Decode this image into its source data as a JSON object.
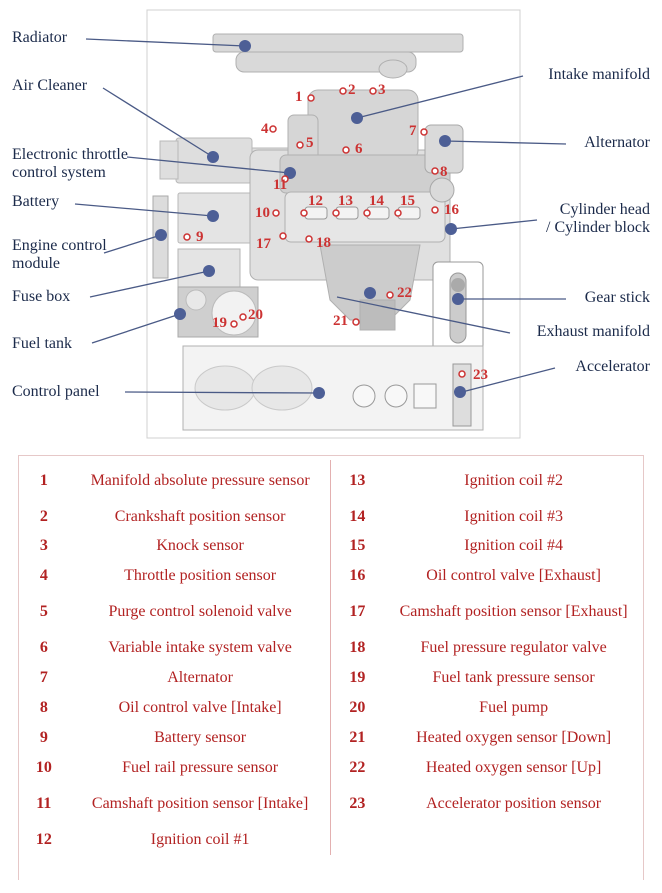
{
  "labels": {
    "radiator": "Radiator",
    "air_cleaner": "Air Cleaner",
    "etcs": "Electronic throttle\ncontrol system",
    "battery": "Battery",
    "ecm": "Engine control\nmodule",
    "fuse_box": "Fuse box",
    "fuel_tank": "Fuel tank",
    "control_panel": "Control panel",
    "intake_manifold": "Intake manifold",
    "alternator": "Alternator",
    "cylinder_head": "Cylinder head\n/ Cylinder block",
    "gear_stick": "Gear stick",
    "exhaust_manifold": "Exhaust manifold",
    "accelerator": "Accelerator"
  },
  "markers": [
    "1",
    "2",
    "3",
    "4",
    "5",
    "6",
    "7",
    "8",
    "9",
    "10",
    "11",
    "12",
    "13",
    "14",
    "15",
    "16",
    "17",
    "18",
    "19",
    "20",
    "21",
    "22",
    "23"
  ],
  "legend": [
    {
      "num": "1",
      "desc": "Manifold absolute pressure sensor"
    },
    {
      "num": "2",
      "desc": "Crankshaft position sensor"
    },
    {
      "num": "3",
      "desc": "Knock sensor"
    },
    {
      "num": "4",
      "desc": "Throttle position sensor"
    },
    {
      "num": "5",
      "desc": "Purge control solenoid valve"
    },
    {
      "num": "6",
      "desc": "Variable intake system valve"
    },
    {
      "num": "7",
      "desc": "Alternator"
    },
    {
      "num": "8",
      "desc": "Oil control valve [Intake]"
    },
    {
      "num": "9",
      "desc": "Battery sensor"
    },
    {
      "num": "10",
      "desc": "Fuel rail pressure sensor"
    },
    {
      "num": "11",
      "desc": "Camshaft position sensor [Intake]"
    },
    {
      "num": "12",
      "desc": "Ignition coil #1"
    },
    {
      "num": "13",
      "desc": "Ignition coil #2"
    },
    {
      "num": "14",
      "desc": "Ignition coil #3"
    },
    {
      "num": "15",
      "desc": "Ignition coil #4"
    },
    {
      "num": "16",
      "desc": "Oil control valve [Exhaust]"
    },
    {
      "num": "17",
      "desc": "Camshaft position sensor [Exhaust]"
    },
    {
      "num": "18",
      "desc": "Fuel pressure regulator valve"
    },
    {
      "num": "19",
      "desc": "Fuel tank pressure sensor"
    },
    {
      "num": "20",
      "desc": "Fuel pump"
    },
    {
      "num": "21",
      "desc": "Heated oxygen sensor [Down]"
    },
    {
      "num": "22",
      "desc": "Heated oxygen sensor [Up]"
    },
    {
      "num": "23",
      "desc": "Accelerator position sensor"
    }
  ],
  "colors": {
    "label_text": "#1b2a4a",
    "leader_line": "#4a5a86",
    "callout_dot": "#4d5f96",
    "marker_text": "#cc3333",
    "legend_text": "#b22222",
    "component_fill": "#dcdcdc",
    "component_stroke": "#b5b5b5"
  }
}
